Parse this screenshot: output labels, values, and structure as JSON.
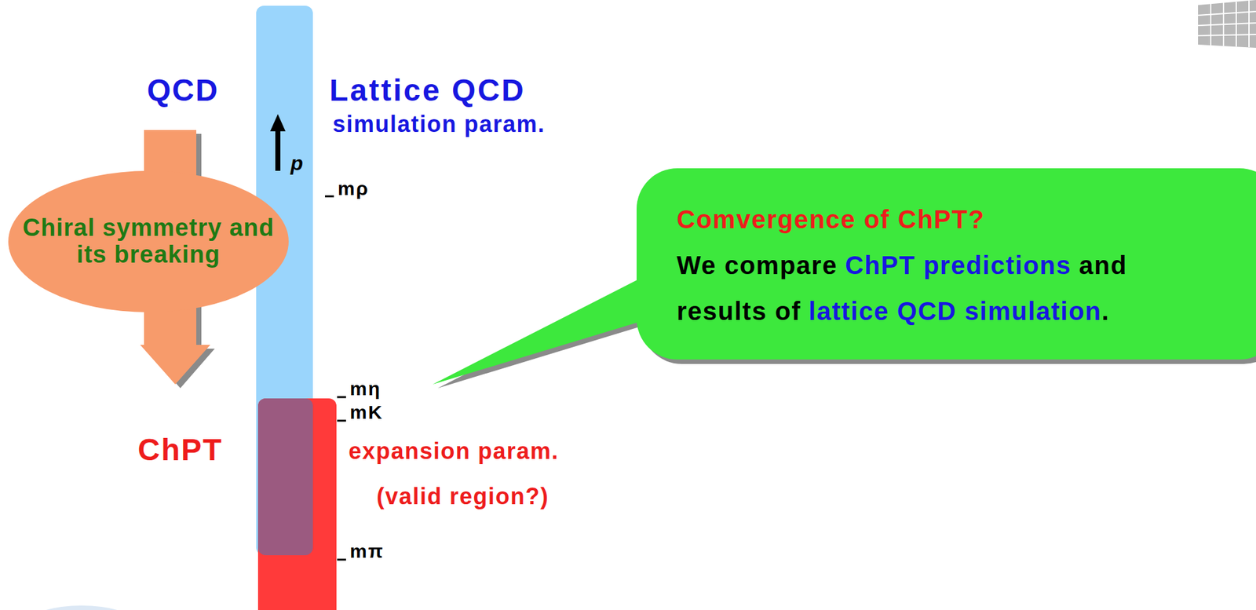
{
  "diagram": {
    "nodes": [
      {
        "text": [
          "Lattice QCD",
          "simulation param."
        ]
      },
      {
        "text": [
          "expansion param.",
          "(valid region?)"
        ]
      },
      {
        "text": [
          "Chiral symmetry and its breaking"
        ]
      },
      {
        "text": [
          "Comvergence of ChPT?",
          "We compare",
          "ChPT predictions",
          "and",
          "results of",
          "lattice QCD simulation",
          "."
        ]
      }
    ],
    "labels": [
      "QCD",
      "ChPT",
      "p",
      "mρ",
      "mη",
      "mK",
      "mπ"
    ]
  }
}
